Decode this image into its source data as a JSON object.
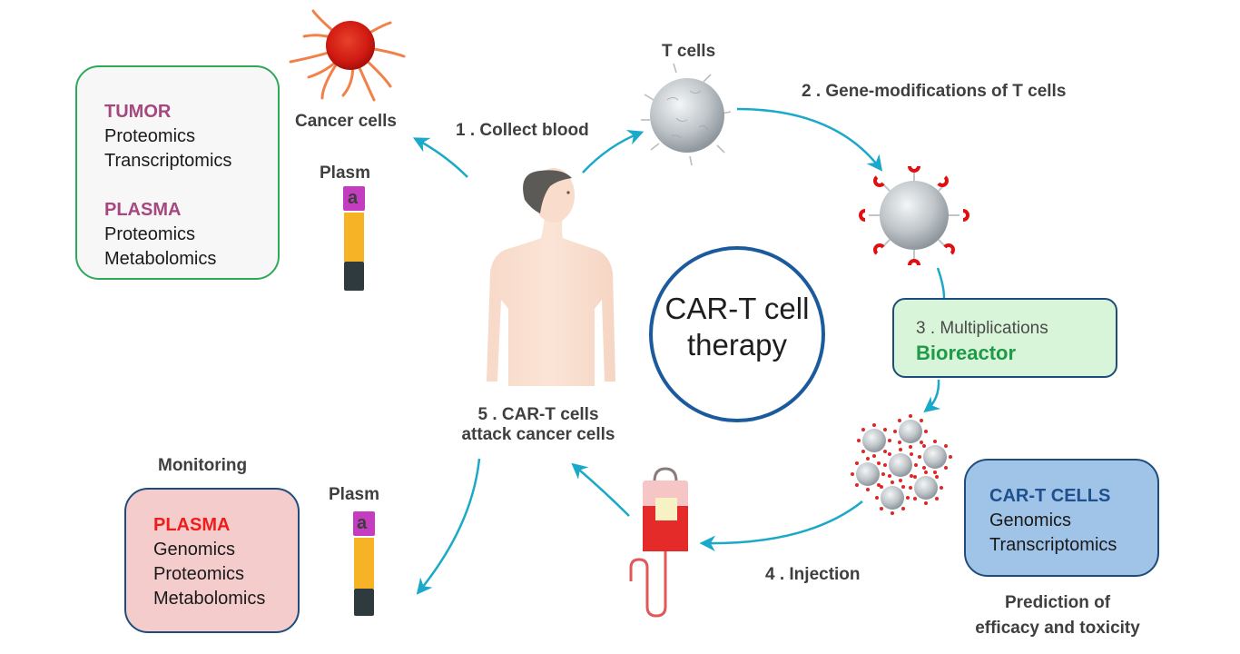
{
  "title": "CAR-T cell therapy",
  "center": {
    "line1": "CAR-T cell",
    "line2": "therapy"
  },
  "steps": {
    "collect": "1 . Collect blood",
    "gene_mod": "2 . Gene-modifications of T cells",
    "multiplications": "3 . Multiplications",
    "bioreactor": "Bioreactor",
    "injection": "4 . Injection",
    "attack_line1": "5 . CAR-T cells",
    "attack_line2": "attack cancer cells"
  },
  "labels": {
    "t_cells": "T cells",
    "cancer_cells": "Cancer cells",
    "plasm_top": "Plasm",
    "plasm_bottom": "Plasm",
    "tube_letter": "a",
    "monitoring": "Monitoring",
    "prediction_line1": "Prediction of",
    "prediction_line2": "efficacy and toxicity"
  },
  "boxes": {
    "tumor_plasma": {
      "sections": [
        {
          "heading": "TUMOR",
          "items": [
            "Proteomics",
            "Transcriptomics"
          ]
        },
        {
          "heading": "PLASMA",
          "items": [
            "Proteomics",
            "Metabolomics"
          ]
        }
      ]
    },
    "monitoring_plasma": {
      "heading": "PLASMA",
      "items": [
        "Genomics",
        "Proteomics",
        "Metabolomics"
      ]
    },
    "cart_cells": {
      "heading": "CAR-T CELLS",
      "items": [
        "Genomics",
        "Transcriptomics"
      ]
    }
  },
  "colors": {
    "arrow": "#1aa9c8",
    "circle": "#1b5a9c",
    "tumor_heading": "#a6477f",
    "plasma_red": "#ee1c1c",
    "bioreactor_green": "#1f9a48",
    "cart_heading": "#1f4f8c",
    "green_border": "#2fa85a",
    "green_fill": "#d9f5d9",
    "pink_fill": "#f4cccc",
    "blue_fill": "#9fc4e8",
    "navy_border": "#1e4c7c"
  }
}
